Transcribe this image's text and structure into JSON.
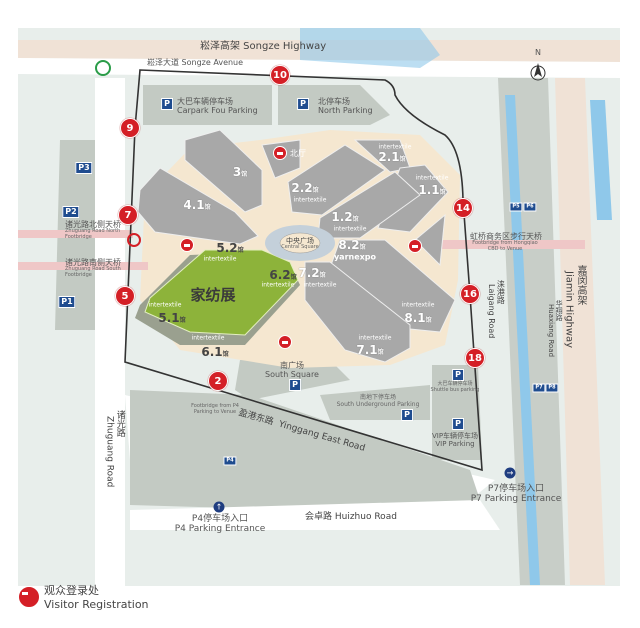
{
  "roads": {
    "songze_highway": "崧泽高架  Songze Highway",
    "songze_avenue": "崧泽大道  Songze Avenue",
    "yinggang_cn": "盈港东路",
    "yinggang_en": "Yinggang East Road",
    "huizhuo": "会卓路  Huizhuo Road",
    "zhuguang_cn": "诸光路",
    "zhuguang_en": "Zhuguang Road",
    "laigang_cn": "涞港路",
    "laigang_en": "Laigang Road",
    "huaxiang_cn": "华翔路",
    "huaxiang_en": "Huaxiang Road",
    "jiamin_cn": "嘉闵高架",
    "jiamin_en": "Jiamin Highway"
  },
  "compass": "N",
  "parking": {
    "fou_cn": "大巴车辆停车场",
    "fou_en": "Carpark Fou Parking",
    "north_cn": "北停车场",
    "north_en": "North Parking",
    "south_square_cn": "南广场",
    "south_square_en": "South Square",
    "south_under_cn": "南地下停车场",
    "south_under_en": "South Underground Parking",
    "shuttle_cn": "大巴车辆停车场",
    "shuttle_en": "Shuttle bus parking",
    "vip_cn": "VIP车辆停车场",
    "vip_en": "VIP Parking",
    "p4_entrance_cn": "P4停车场入口",
    "p4_entrance_en": "P4 Parking Entrance",
    "p7_entrance_cn": "P7停车场入口",
    "p7_entrance_en": "P7 Parking Entrance",
    "badges": [
      "P",
      "P1",
      "P2",
      "P3",
      "P4",
      "P5",
      "P6",
      "P7",
      "P8"
    ]
  },
  "footbridges": {
    "north_cn": "诸光路北侧天桥",
    "north_en": "Zhuguang Road North Footbridge",
    "south_cn": "诸光路南侧天桥",
    "south_en": "Zhuguang Road South Footbridge",
    "cbd_cn": "虹桥商务区步行天桥",
    "cbd_en": "Footbridge from Hongqiao CBD to Venue",
    "p4_en": "Footbridge from P4 Parking to Venue"
  },
  "halls": {
    "h3": "3",
    "h41": "4.1",
    "h52": "5.2",
    "h62": "6.2",
    "h51": "5.1",
    "h61": "6.1",
    "h22": "2.2",
    "h21": "2.1",
    "h11": "1.1",
    "h12": "1.2",
    "h82": "8.2",
    "h72": "7.2",
    "h81": "8.1",
    "h71": "7.1",
    "suffix": "馆",
    "intertextile": "intertextile",
    "yarnexpo": "yarnexpo",
    "north_hall": "北厅",
    "central_cn": "中央广场",
    "central_en": "Central Square",
    "home_textile": "家纺展"
  },
  "gates": [
    "10",
    "9",
    "7",
    "5",
    "2",
    "14",
    "16",
    "18"
  ],
  "legend": {
    "cn": "观众登录处",
    "en": "Visitor Registration"
  },
  "colors": {
    "gate": "#d41f26",
    "home_textile": "#8db33a",
    "hall": "#a6a6a6",
    "parking": "#c3cac3",
    "water": "#8fc8ea"
  }
}
